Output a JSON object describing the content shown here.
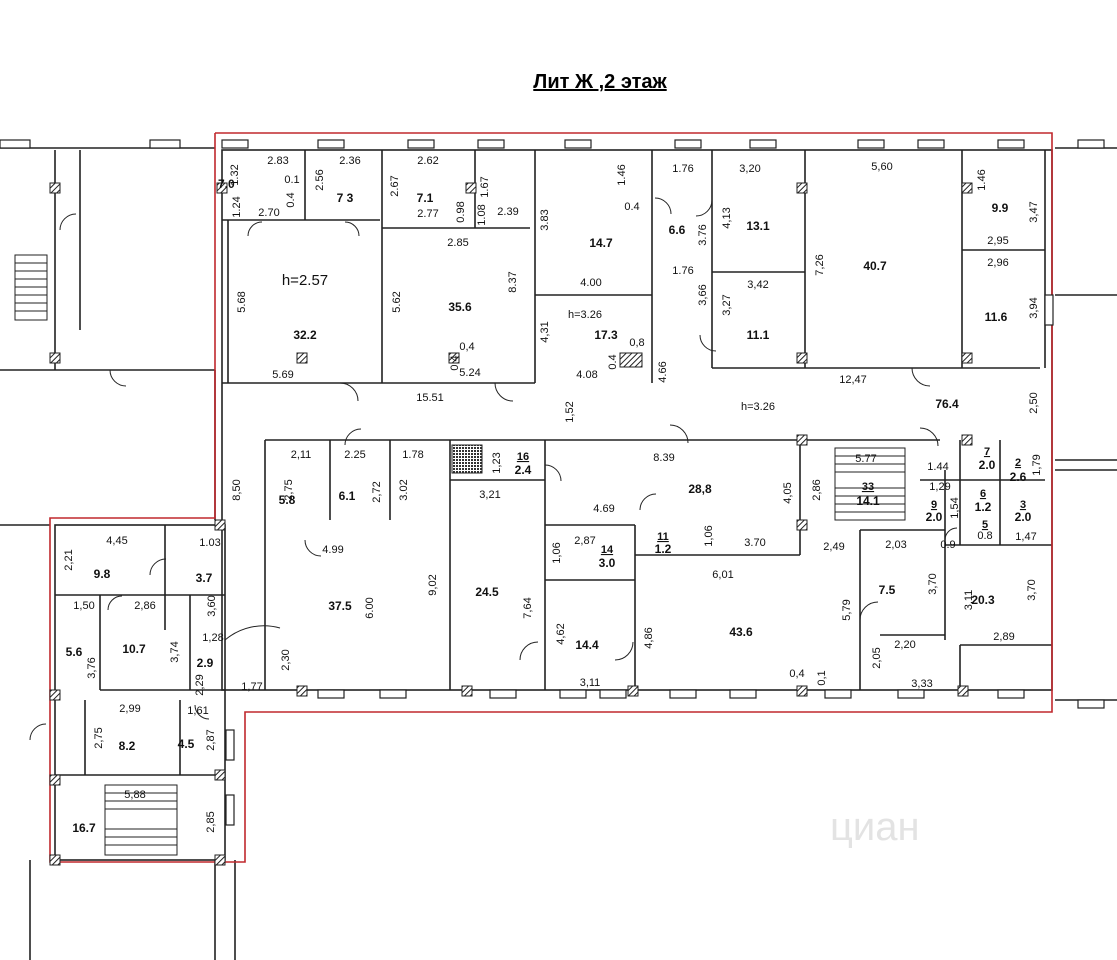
{
  "title": "Лит Ж ,2 этаж",
  "watermark": "циан",
  "colors": {
    "boundary": "#c0282d",
    "wall": "#222222",
    "hatch": "#333333"
  },
  "heights": [
    "h=2.57",
    "h=3.26",
    "h=3.26"
  ],
  "room_areas": [
    "7.0",
    "7 3",
    "7.1",
    "14.7",
    "6.6",
    "13.1",
    "40.7",
    "9.9",
    "32.2",
    "35.6",
    "17.3",
    "11.1",
    "11.6",
    "76.4",
    "28,8",
    "14.1",
    "5.8",
    "6.1",
    "37.5",
    "24.5",
    "2.4",
    "3.0",
    "1.2",
    "43.6",
    "7.5",
    "20.3",
    "2.0",
    "2.6",
    "1.2",
    "2.0",
    "2.0",
    "9.8",
    "3.7",
    "10.7",
    "5.6",
    "2.9",
    "8.2",
    "4.5",
    "16.7",
    "14.4"
  ],
  "room_numbers": [
    "16",
    "14",
    "11",
    "7",
    "2",
    "6",
    "9",
    "5",
    "3",
    "33"
  ],
  "dimensions": [
    "2.83",
    "1.32",
    "0.1",
    "1.24",
    "0.4",
    "2.70",
    "2.36",
    "2.56",
    "2.62",
    "2.67",
    "0.98",
    "1.08",
    "1.67",
    "2.77",
    "2.39",
    "3.83",
    "1.46",
    "0.4",
    "4.00",
    "1.76",
    "3,20",
    "4,13",
    "3.76",
    "1.76",
    "5,60",
    "7,26",
    "1.46",
    "3,47",
    "2,95",
    "2,96",
    "3,94",
    "3,42",
    "3,66",
    "3,27",
    "5.68",
    "5.62",
    "8.37",
    "2.85",
    "0,4",
    "0.4",
    "5.24",
    "4,31",
    "0,8",
    "0.4",
    "4.08",
    "4.66",
    "5.69",
    "15.51",
    "1,52",
    "12,47",
    "2,50",
    "8,50",
    "2,11",
    "2.25",
    "2,75",
    "2,72",
    "1.78",
    "3.02",
    "4.99",
    "6.00",
    "9,02",
    "1,23",
    "3,21",
    "8.39",
    "4,05",
    "2,86",
    "5.77",
    "1.44",
    "1,79",
    "4.69",
    "1,06",
    "3.70",
    "2,87",
    "1,06",
    "6,01",
    "2,49",
    "2,03",
    "3,70",
    "3,11",
    "3,70",
    "1,29",
    "1,54",
    "0.9",
    "0.8",
    "1,47",
    "7,64",
    "4,62",
    "4,86",
    "3,11",
    "5,79",
    "2,20",
    "2,89",
    "2,05",
    "3,33",
    "0,4",
    "0,1",
    "4,45",
    "2,21",
    "1.03",
    "3,60",
    "1,50",
    "2,86",
    "3,74",
    "1,28",
    "3,76",
    "2,30",
    "1,77",
    "2,29",
    "1,61",
    "2,99",
    "2,75",
    "2,87",
    "5,88",
    "2,85"
  ]
}
